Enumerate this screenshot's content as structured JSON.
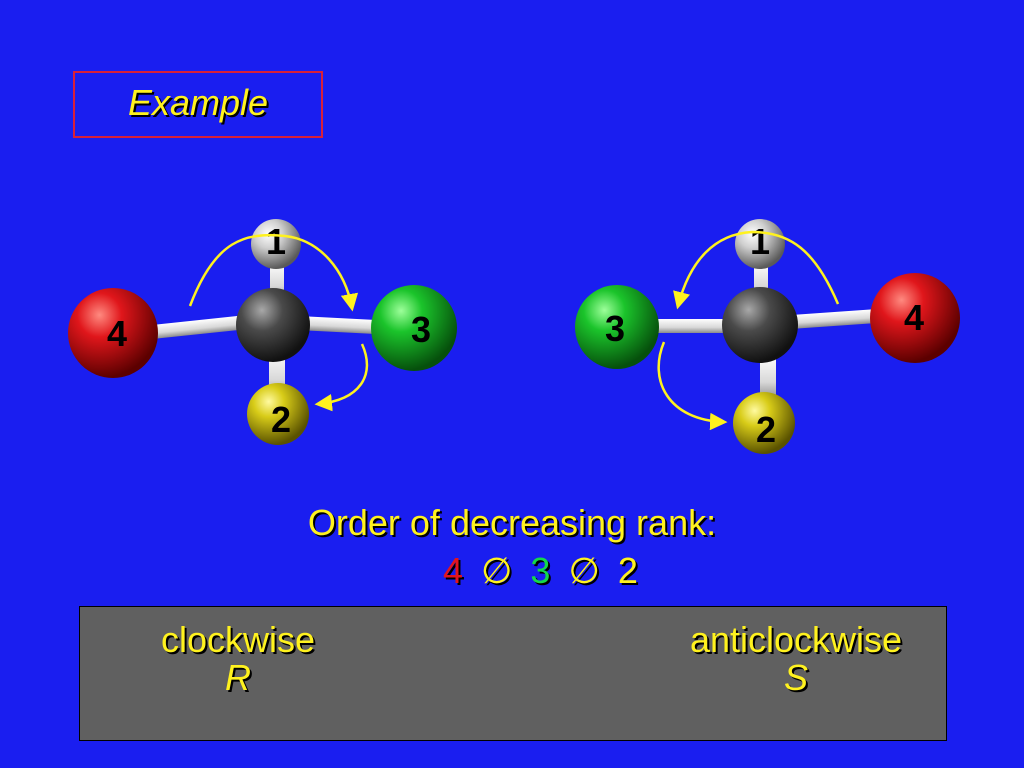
{
  "example_label": "Example",
  "molecules": [
    {
      "atoms": {
        "top": "1",
        "left": "4",
        "right": "3",
        "bottom": "2"
      }
    },
    {
      "atoms": {
        "top": "1",
        "left": "3",
        "right": "4",
        "bottom": "2"
      }
    }
  ],
  "rank": {
    "title": "Order of decreasing rank:",
    "sequence": [
      "4",
      "∅",
      "3",
      "∅",
      "2"
    ]
  },
  "results": {
    "left": {
      "direction": "clockwise",
      "descriptor": "R"
    },
    "right": {
      "direction": "anticlockwise",
      "descriptor": "S"
    }
  },
  "colors": {
    "background": "#1a1ef0",
    "text_yellow": "#fff21e",
    "atom_red": "#d40d12",
    "atom_green": "#18c22a",
    "atom_yellow": "#d8cc18",
    "atom_gray": "#c8c8c8",
    "carbon": "#4a4a4a",
    "panel": "#606060",
    "box_border": "#d8203a"
  }
}
